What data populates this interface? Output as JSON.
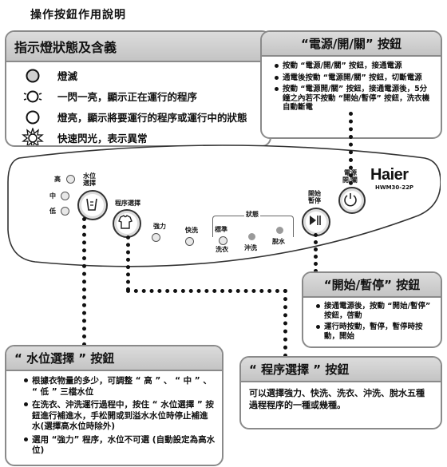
{
  "page_title": "操作按鈕作用說明",
  "legend": {
    "title": "指示燈狀態及含義",
    "items": [
      {
        "icon": "led-off-icon",
        "text": "燈滅"
      },
      {
        "icon": "led-blink-icon",
        "text": "一閃一亮，顯示正在運行的程序"
      },
      {
        "icon": "led-on-icon",
        "text": "燈亮，顯示將要運行的程序或運行中的狀態"
      },
      {
        "icon": "led-fast-flash-icon",
        "text": "快速閃光，表示異常"
      }
    ]
  },
  "power_box": {
    "title": "“電源/開/關” 按鈕",
    "items": [
      "按動 “電源/開/關” 按鈕，接通電源",
      "通電後按動 “電源開/關” 按鈕，切斷電源",
      "按動 “電源開/關” 按鈕，接通電源後，5分鐘之內若不按動 “開始/暫停” 按鈕，洗衣機自動斷電"
    ]
  },
  "start_box": {
    "title": "“開始/暫停” 按鈕",
    "items": [
      "接通電源後，按動 “開始/暫停” 按鈕，啓動",
      "運行時按動，暫停，暫停時按動，開始"
    ]
  },
  "water_box": {
    "title": "“ 水位選擇 ” 按鈕",
    "items": [
      "根據衣物量的多少，可調整 “ 高 ” 、 “ 中 ” 、 “ 低 ” 三檔水位",
      "在洗衣、沖洗運行過程中，按住 “ 水位選擇 ” 按鈕進行補進水，手松開或到溢水水位時停止補進水(選擇高水位時除外)",
      "選用 “強力” 程序，水位不可選 (自動設定為高水位)"
    ]
  },
  "program_box": {
    "title": "“ 程序選擇 ” 按鈕",
    "text": "可以選擇強力、快洗、洗衣、沖洗、脫水五種過程程序的一種或幾種。"
  },
  "panel": {
    "level_high": "高",
    "level_mid": "中",
    "level_low": "低",
    "water_level_label_1": "水位",
    "water_level_label_2": "選擇",
    "program_label": "程序選擇",
    "strong": "強力",
    "quick": "快洗",
    "status": "狀態",
    "standard": "標準",
    "wash": "洗衣",
    "rinse": "沖洗",
    "spin": "脫水",
    "start_label_1": "開始",
    "start_label_2": "暫停",
    "power_label_1": "電源",
    "power_label_2": "開/關",
    "brand": "Haier",
    "model": "HWM30-22P"
  },
  "colors": {
    "box_border": "#8a8a8a",
    "box_header": "#cfcfcf",
    "led_grey": "#9a9a9a"
  }
}
